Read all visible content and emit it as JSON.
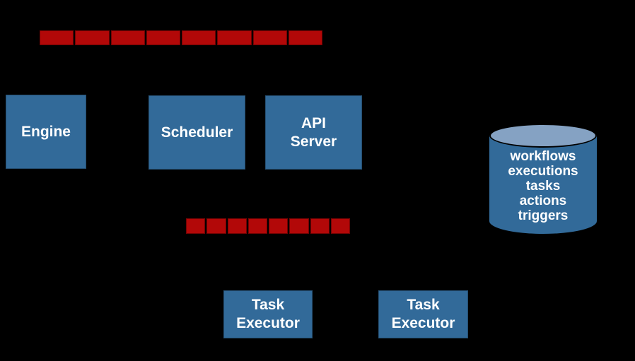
{
  "nodes": {
    "engine": {
      "label": "Engine"
    },
    "scheduler": {
      "label": "Scheduler"
    },
    "api_server": {
      "label": "API\nServer"
    },
    "task_executor_1": {
      "label": "Task\nExecutor"
    },
    "task_executor_2": {
      "label": "Task\nExecutor"
    }
  },
  "queues": {
    "top": {
      "segments": 8
    },
    "bottom": {
      "segments": 8
    }
  },
  "datastore": {
    "items": [
      "workflows",
      "executions",
      "tasks",
      "actions",
      "triggers"
    ]
  },
  "colors": {
    "background": "#000000",
    "node_fill": "#326a99",
    "queue_fill": "#b20808",
    "datastore_lid": "#85a2c3",
    "label_text": "#ffffff"
  }
}
